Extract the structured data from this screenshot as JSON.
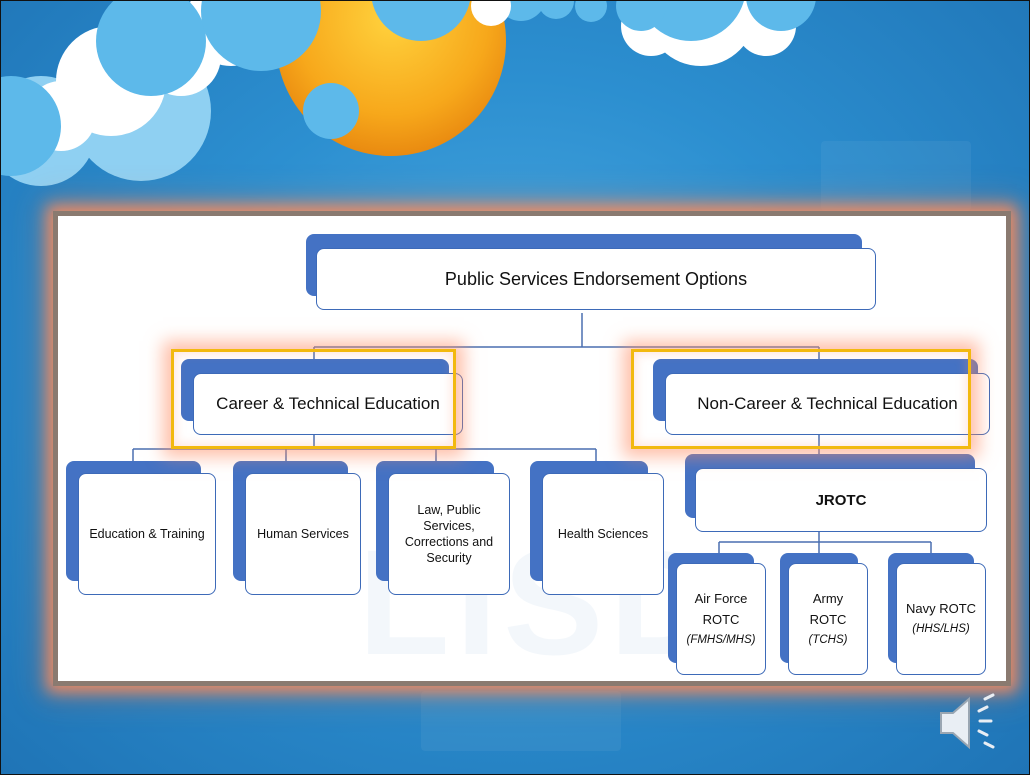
{
  "title": "Public Services Endorsement Options",
  "career": {
    "label": "Career & Technical Education",
    "items": [
      "Education & Training",
      "Human Services",
      "Law, Public Services, Corrections and Security",
      "Health Sciences"
    ]
  },
  "noncareer": {
    "label": "Non-Career & Technical Education"
  },
  "jrotc": {
    "label": "JROTC",
    "items": [
      {
        "name": "Air Force ROTC",
        "school": "(FMHS/MHS)"
      },
      {
        "name": "Army ROTC",
        "school": "(TCHS)"
      },
      {
        "name": "Navy ROTC",
        "school": "(HHS/LHS)"
      }
    ]
  },
  "watermark": "LISD"
}
